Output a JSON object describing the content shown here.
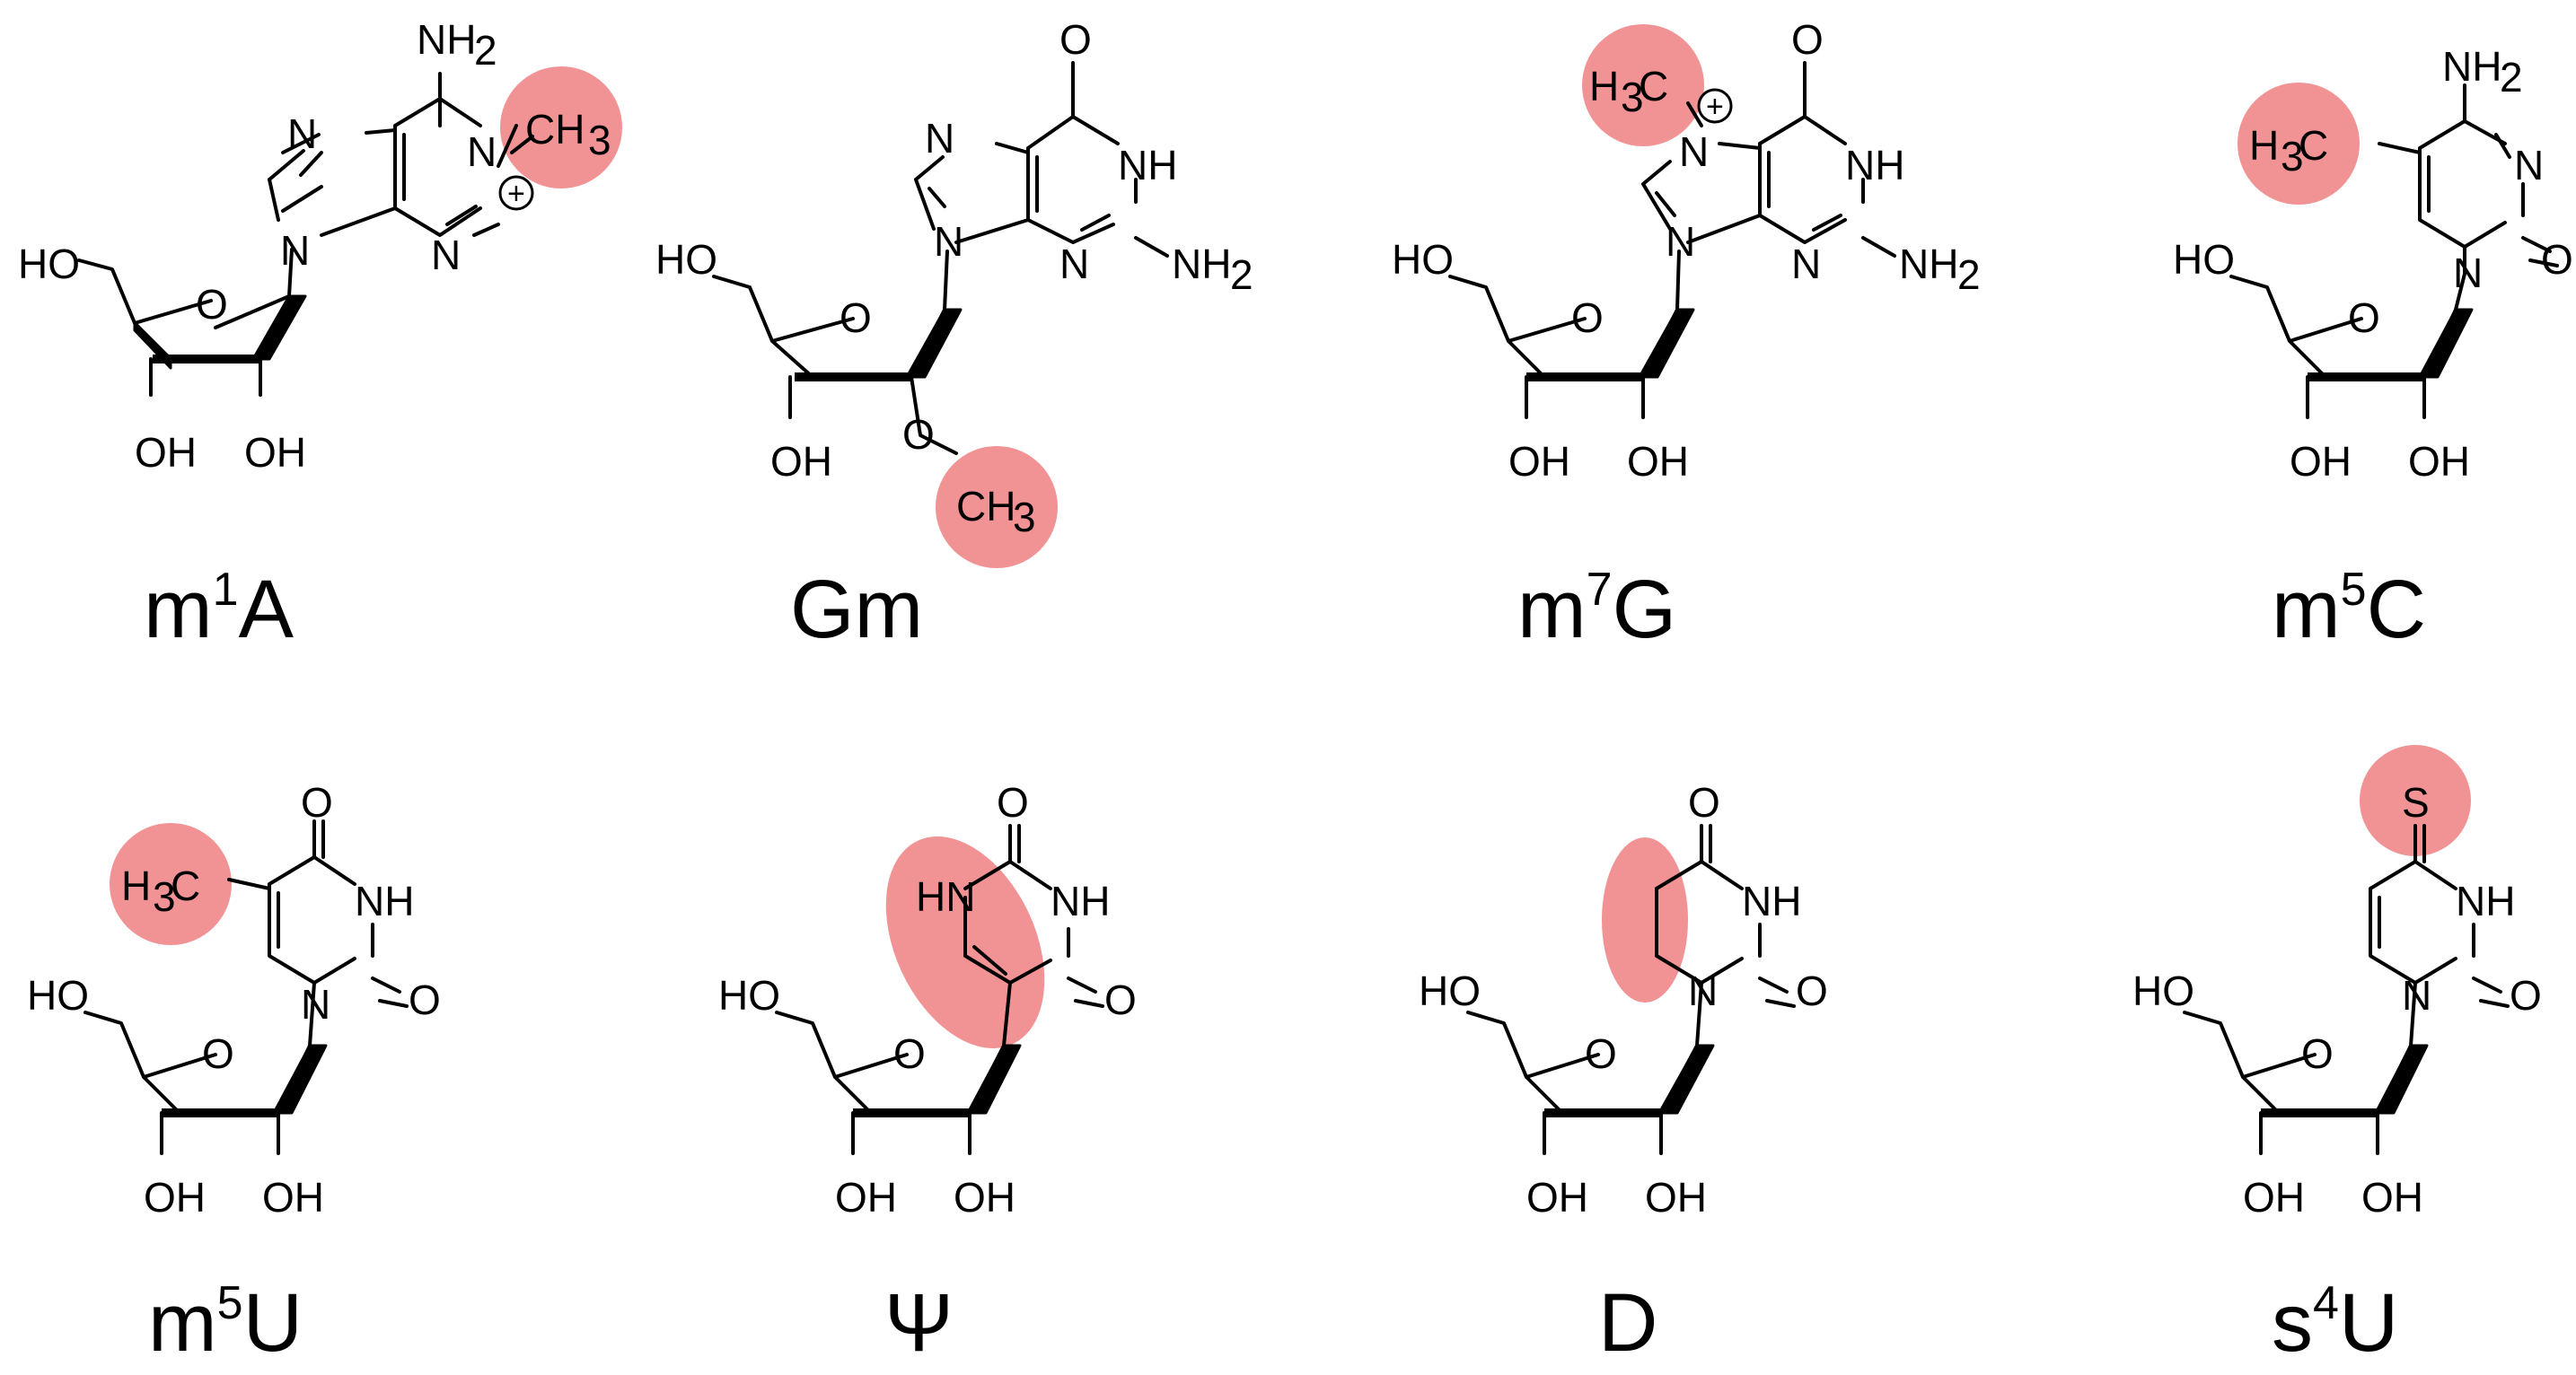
{
  "colors": {
    "highlight": "#f08d8f",
    "ink": "#000000",
    "background": "#ffffff"
  },
  "molecules": [
    {
      "name": "m1A",
      "caption": {
        "base": "m",
        "sup": "1",
        "tail": "A"
      },
      "atoms": [
        "NH",
        "2",
        "N",
        "N",
        "N",
        "N",
        "CH",
        "3",
        "+",
        "HO",
        "O",
        "OH",
        "OH"
      ]
    },
    {
      "name": "Gm",
      "caption": {
        "base": "Gm",
        "sup": "",
        "tail": ""
      },
      "atoms": [
        "O",
        "N",
        "NH",
        "N",
        "N",
        "NH",
        "2",
        "HO",
        "O",
        "OH",
        "O",
        "CH",
        "3"
      ]
    },
    {
      "name": "m7G",
      "caption": {
        "base": "m",
        "sup": "7",
        "tail": "G"
      },
      "atoms": [
        "H",
        "3",
        "C",
        "N",
        "+",
        "O",
        "NH",
        "N",
        "N",
        "NH",
        "2",
        "HO",
        "O",
        "OH",
        "OH"
      ]
    },
    {
      "name": "m5C",
      "caption": {
        "base": "m",
        "sup": "5",
        "tail": "C"
      },
      "atoms": [
        "NH",
        "2",
        "H",
        "3",
        "C",
        "N",
        "N",
        "O",
        "HO",
        "O",
        "OH",
        "OH"
      ]
    },
    {
      "name": "m5U",
      "caption": {
        "base": "m",
        "sup": "5",
        "tail": "U"
      },
      "atoms": [
        "O",
        "H",
        "3",
        "C",
        "NH",
        "N",
        "O",
        "HO",
        "O",
        "OH",
        "OH"
      ]
    },
    {
      "name": "Psi",
      "caption": {
        "base": "Ψ",
        "sup": "",
        "tail": ""
      },
      "atoms": [
        "O",
        "HN",
        "NH",
        "O",
        "HO",
        "O",
        "OH",
        "OH"
      ]
    },
    {
      "name": "D",
      "caption": {
        "base": "D",
        "sup": "",
        "tail": ""
      },
      "atoms": [
        "O",
        "NH",
        "N",
        "O",
        "HO",
        "O",
        "OH",
        "OH"
      ]
    },
    {
      "name": "s4U",
      "caption": {
        "base": "s",
        "sup": "4",
        "tail": "U"
      },
      "atoms": [
        "S",
        "NH",
        "N",
        "O",
        "HO",
        "O",
        "OH",
        "OH"
      ]
    }
  ]
}
